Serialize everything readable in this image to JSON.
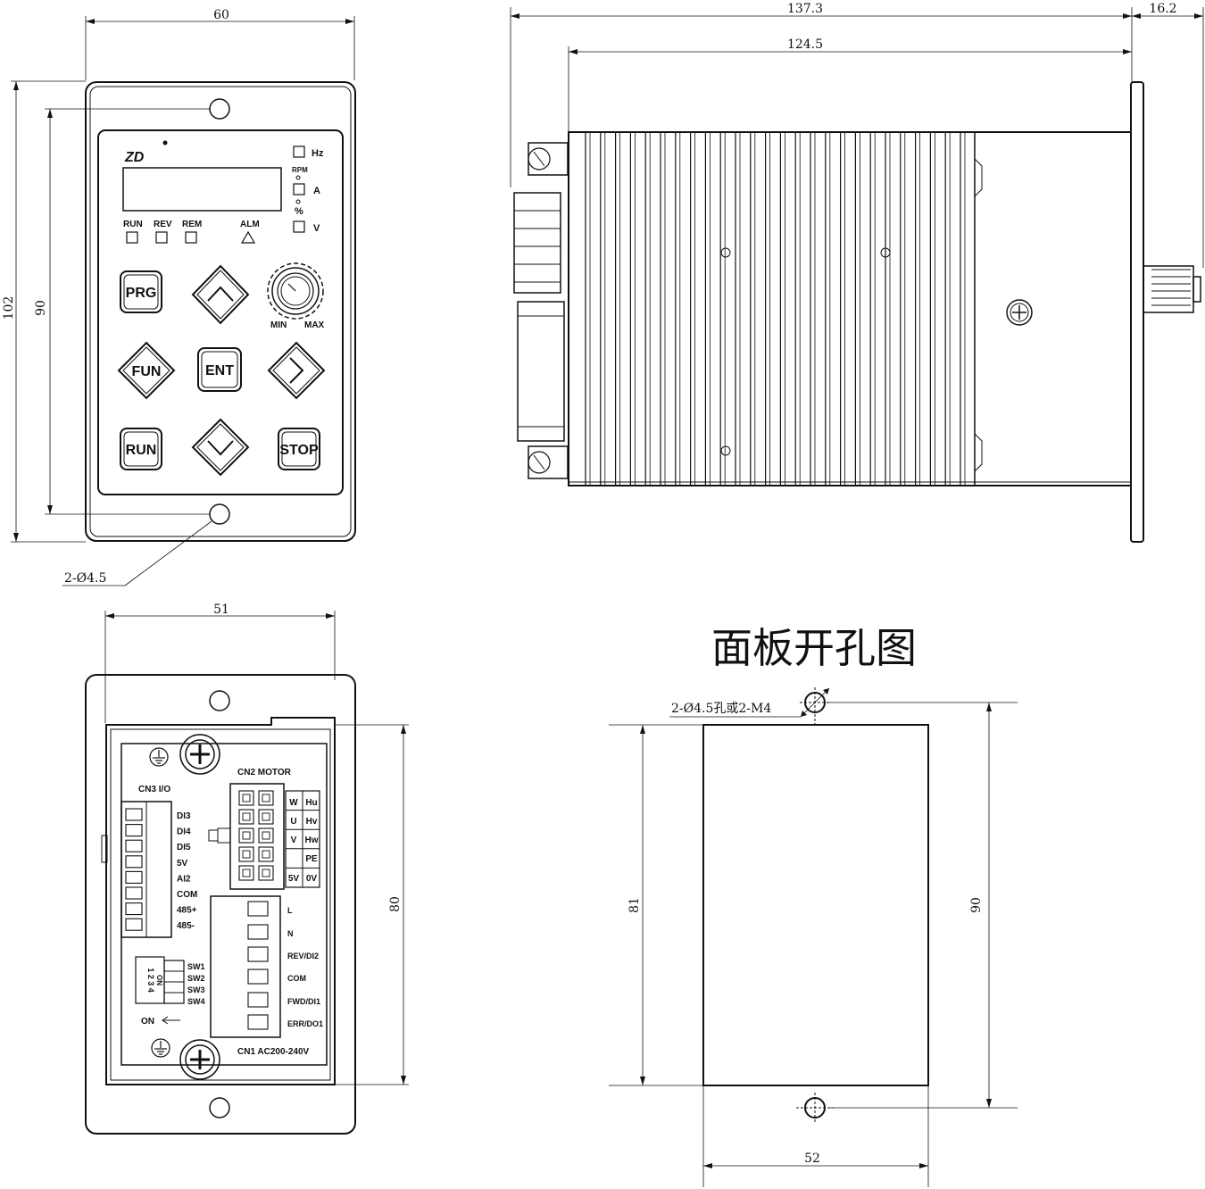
{
  "front_view": {
    "dims": {
      "width": "60",
      "height_outer": "102",
      "height_holes": "90",
      "holes": "2-Ø4.5"
    },
    "logo": "ZD",
    "indicators": {
      "run": "RUN",
      "rev": "REV",
      "rem": "REM",
      "alm": "ALM"
    },
    "units": {
      "hz": "Hz",
      "rpm": "RPM",
      "a": "A",
      "pct": "%",
      "v": "V"
    },
    "buttons": {
      "prg": "PRG",
      "fun": "FUN",
      "ent": "ENT",
      "run": "RUN",
      "stop": "STOP"
    },
    "knob": {
      "min": "MIN",
      "max": "MAX"
    }
  },
  "side_view": {
    "dims": {
      "total": "137.3",
      "body": "124.5",
      "knob": "16.2"
    }
  },
  "back_view": {
    "dims": {
      "width": "51",
      "height": "80"
    },
    "cn3": {
      "title": "CN3 I/O",
      "pins": [
        "DI3",
        "DI4",
        "DI5",
        "5V",
        "AI2",
        "COM",
        "485+",
        "485-"
      ]
    },
    "cn2": {
      "title": "CN2 MOTOR",
      "cells": [
        "W",
        "Hu",
        "U",
        "Hv",
        "V",
        "Hw",
        "PE",
        "5V",
        "0V"
      ]
    },
    "cn1": {
      "title": "CN1 AC200-240V",
      "pins": [
        "L",
        "N",
        "REV/DI2",
        "COM",
        "FWD/DI1",
        "ERR/DO1"
      ]
    },
    "dip": {
      "switches": [
        "SW1",
        "SW2",
        "SW3",
        "SW4"
      ],
      "on_label": "ON",
      "numbers": "1 2 3 4",
      "on_small": "ON"
    }
  },
  "cutout_view": {
    "title": "面板开孔图",
    "holes": "2-Ø4.5孔或2-M4",
    "dims": {
      "width": "52",
      "height_cut": "81",
      "height_holes": "90"
    }
  }
}
